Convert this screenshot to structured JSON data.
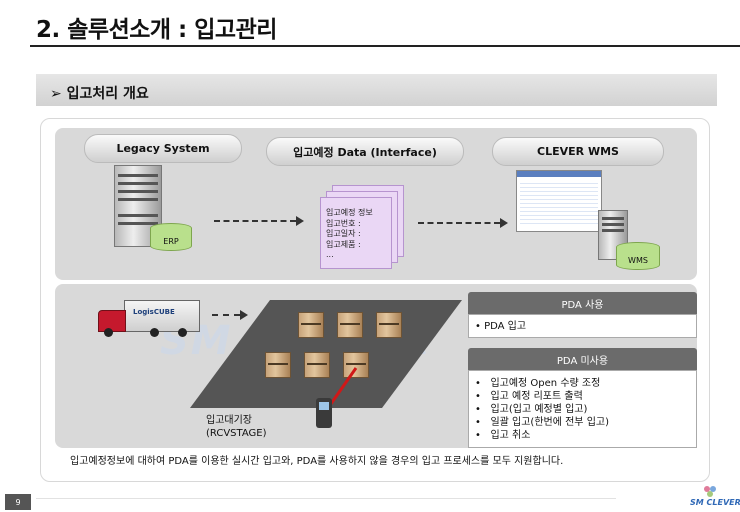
{
  "header": {
    "title": "2. 솔루션소개 : 입고관리"
  },
  "section": {
    "title": "입고처리 개요",
    "bullet": "➢"
  },
  "top_panel": {
    "pill_left": "Legacy System",
    "pill_middle": "입고예정 Data (Interface)",
    "pill_right": "CLEVER WMS",
    "erp_label": "ERP",
    "wms_label": "WMS",
    "doc_lines": [
      "입고예정 정보",
      "입고번호 :",
      "입고일자 :",
      "입고제품 :",
      "..."
    ]
  },
  "bottom_panel": {
    "truck_label": "LogisCUBE",
    "staging_label_line1": "입고대기장",
    "staging_label_line2": "(RCVSTAGE)",
    "pda_use": {
      "header": "PDA 사용",
      "items": [
        "PDA 입고"
      ]
    },
    "pda_nouse": {
      "header": "PDA 미사용",
      "items": [
        "입고예정 Open 수량 조정",
        "입고 예정 리포트 출력",
        "입고(입고 예정별 입고)",
        "일괄 입고(한번에 전부 입고)",
        "입고 취소"
      ]
    },
    "bullet_char": "•"
  },
  "footer": {
    "note": "입고예정정보에 대하여 PDA를 이용한 실시간 입고와, PDA를 사용하지 않을 경우의 입고 프로세스를 모두 지원합니다.",
    "page_number": "9",
    "logo": "SM CLEVER",
    "watermark": "SM CLEVER"
  }
}
